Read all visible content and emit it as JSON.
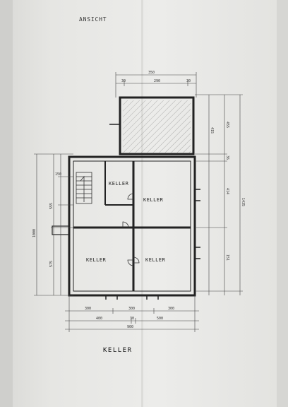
{
  "sheet": {
    "view_label": "ANSICHT",
    "plan_title": "KELLER"
  },
  "rooms": [
    {
      "label": "KELLER"
    },
    {
      "label": "KELLER"
    },
    {
      "label": "KELLER"
    },
    {
      "label": "KELLER"
    }
  ],
  "dimensions": {
    "top": {
      "overall": "350",
      "left": "30",
      "mid": "290",
      "right": "30"
    },
    "right": {
      "d1": "415",
      "d2": "455",
      "d3": "1435",
      "d4": "414",
      "d5": "151",
      "d6": "36"
    },
    "left": {
      "d1": "150",
      "d2": "555",
      "d3": "1000",
      "d4": "575"
    },
    "bottom": {
      "row1": [
        "300",
        "300",
        "300"
      ],
      "row2": [
        "400",
        "30",
        "500"
      ],
      "overall": "900"
    }
  }
}
